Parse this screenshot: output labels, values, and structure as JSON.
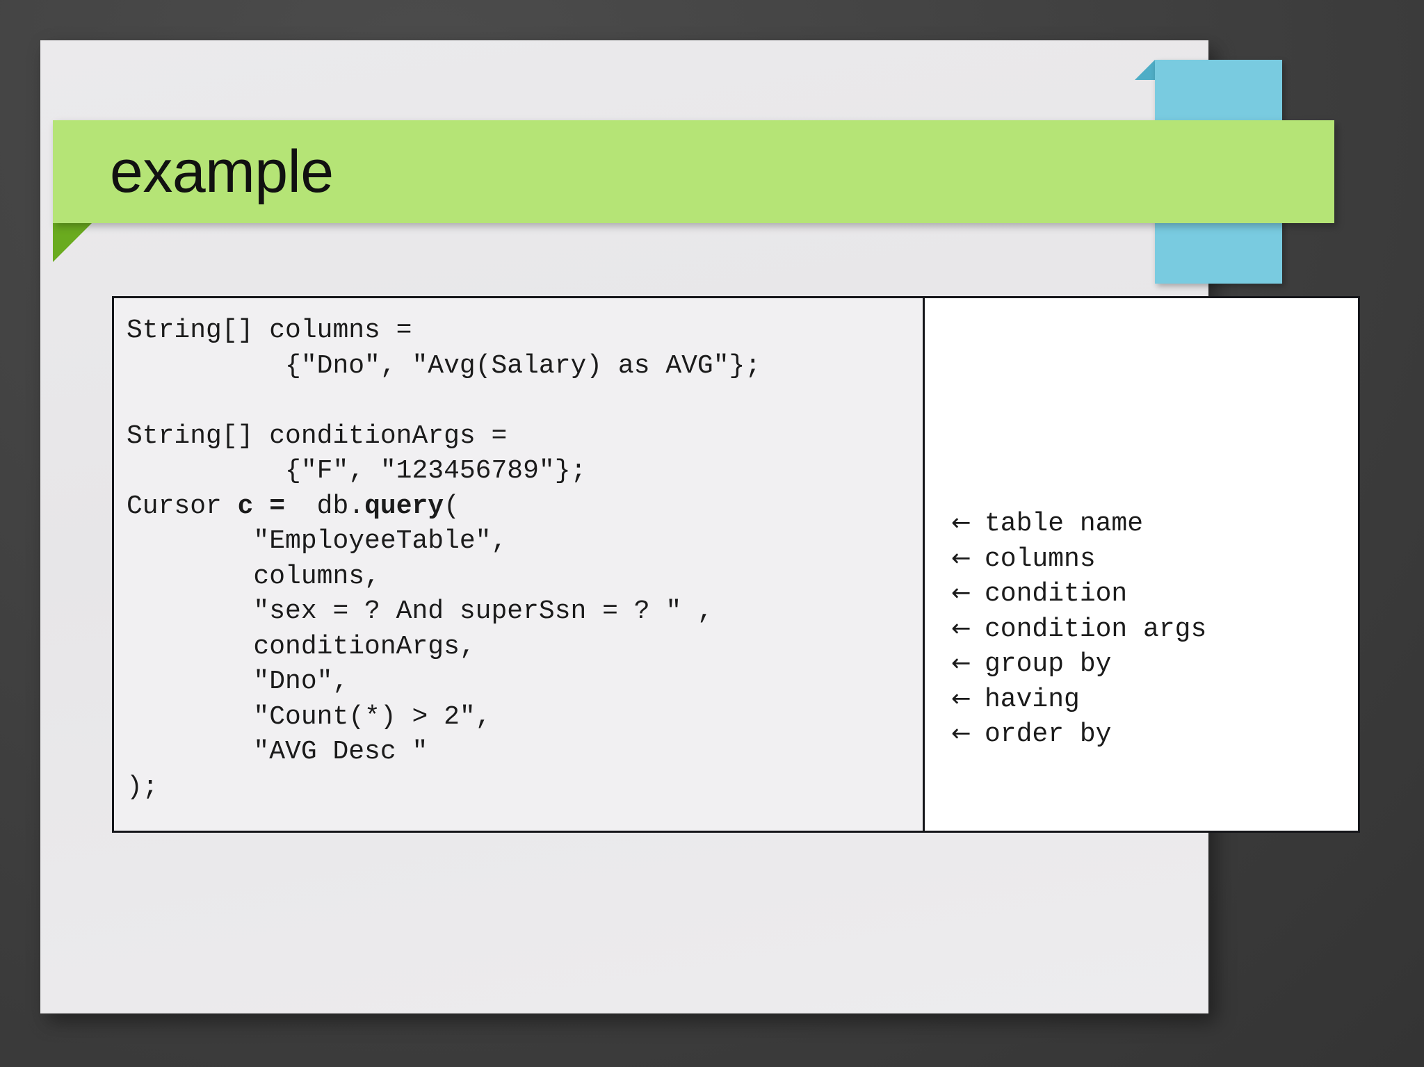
{
  "slide": {
    "title": "example",
    "theme": {
      "banner_color": "#b5e476",
      "banner_fold_color": "#6aab1f",
      "ribbon_color": "#79cbe0",
      "ribbon_fold_color": "#4fadc6",
      "slide_background": "#ebeaec",
      "backdrop": "#434343",
      "code_panel_background": "#f1f0f2",
      "legend_panel_background": "#ffffff",
      "border_color": "#15161a",
      "text_color": "#1b1b1b"
    }
  },
  "code_panel": {
    "lines": [
      {
        "text": "String[] columns =",
        "bold_segments": []
      },
      {
        "text": "          {\"Dno\", \"Avg(Salary) as AVG\"};",
        "bold_segments": []
      },
      {
        "text": "",
        "bold_segments": []
      },
      {
        "text": "String[] conditionArgs =",
        "bold_segments": []
      },
      {
        "text": "          {\"F\", \"123456789\"};",
        "bold_segments": []
      },
      {
        "text": "Cursor c =  db.query(",
        "bold_segments": [
          "c =",
          "query"
        ]
      },
      {
        "text": "        \"EmployeeTable\",",
        "bold_segments": []
      },
      {
        "text": "        columns,",
        "bold_segments": []
      },
      {
        "text": "        \"sex = ? And superSsn = ? \" ,",
        "bold_segments": []
      },
      {
        "text": "        conditionArgs,",
        "bold_segments": []
      },
      {
        "text": "        \"Dno\",",
        "bold_segments": []
      },
      {
        "text": "        \"Count(*) > 2\",",
        "bold_segments": []
      },
      {
        "text": "        \"AVG Desc \"",
        "bold_segments": []
      },
      {
        "text": ");",
        "bold_segments": []
      }
    ],
    "full_text": "String[] columns =\n          {\"Dno\", \"Avg(Salary) as AVG\"};\n\nString[] conditionArgs =\n          {\"F\", \"123456789\"};\nCursor c =  db.query(\n        \"EmployeeTable\",\n        columns,\n        \"sex = ? And superSsn = ? \" ,\n        conditionArgs,\n        \"Dno\",\n        \"Count(*) > 2\",\n        \"AVG Desc \"\n);"
  },
  "legend_panel": {
    "arrow_glyph": "←",
    "items": [
      {
        "label": "table name"
      },
      {
        "label": "columns"
      },
      {
        "label": "condition"
      },
      {
        "label": "condition args"
      },
      {
        "label": "group by"
      },
      {
        "label": "having"
      },
      {
        "label": "order by"
      }
    ]
  }
}
